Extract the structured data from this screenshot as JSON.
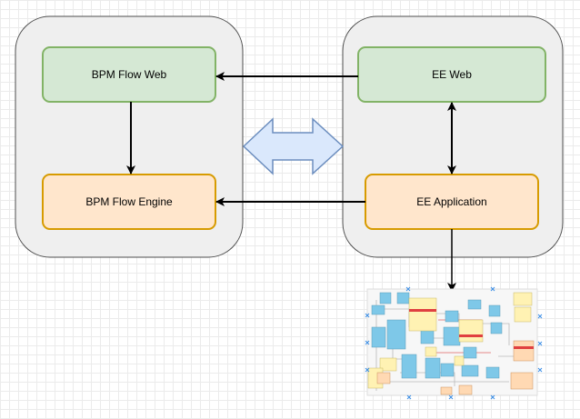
{
  "nodes": {
    "bpm_flow_web": "BPM Flow Web",
    "bpm_flow_engine": "BPM Flow Engine",
    "ee_web": "EE Web",
    "ee_application": "EE Application"
  },
  "colors": {
    "container_fill": "#efefef",
    "container_stroke": "#4d4d4d",
    "green_fill": "#d5e8d4",
    "green_stroke": "#82b366",
    "orange_fill": "#ffe6cc",
    "orange_stroke": "#d79b00",
    "blue_arrow_fill": "#dae8fc",
    "blue_arrow_stroke": "#6c8ebf",
    "connector": "#000000"
  },
  "embedded_image": {
    "icon": "database-schema-diagram-thumbnail"
  }
}
